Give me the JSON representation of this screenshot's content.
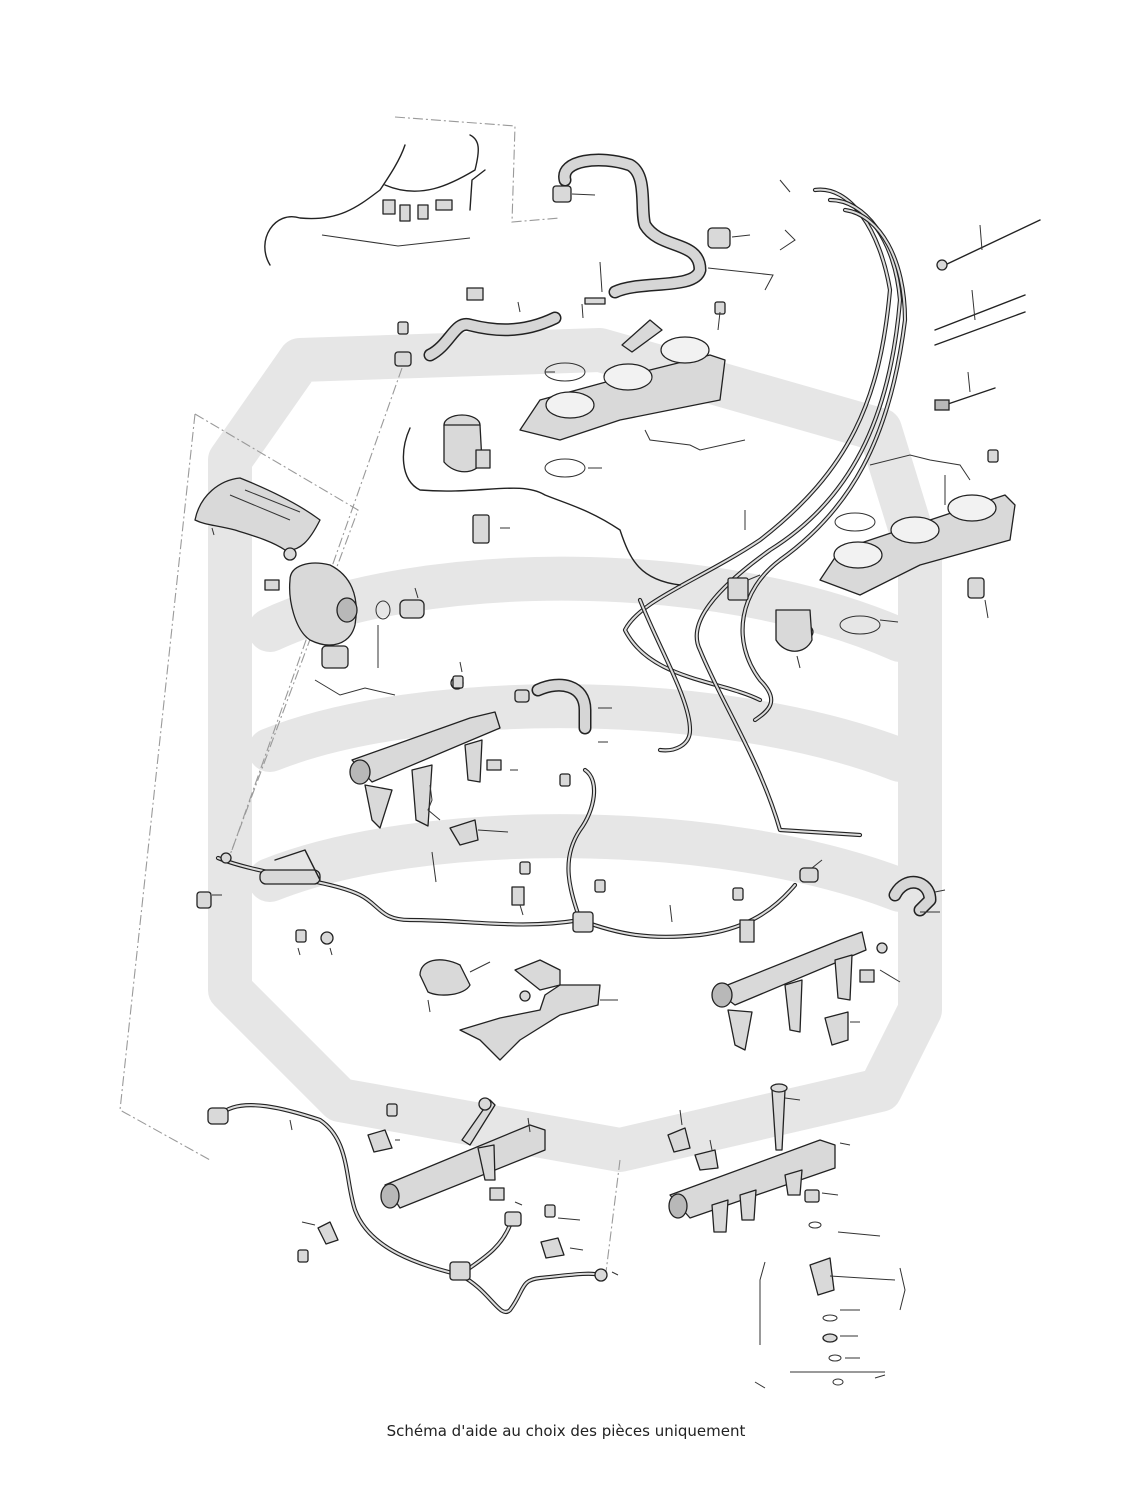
{
  "caption": "Schéma d'aide au choix des pièces uniquement",
  "icons": {
    "watermark": "brand-watermark-logo",
    "diagram": "fuel-system-exploded-view"
  }
}
